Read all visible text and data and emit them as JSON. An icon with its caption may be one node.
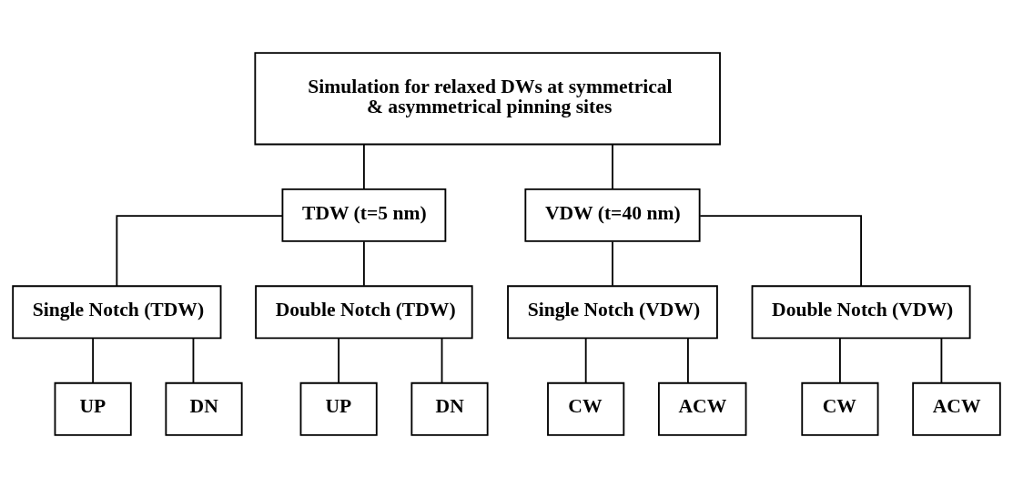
{
  "diagram": {
    "nodes": [
      {
        "text": [
          "Simulation for relaxed DWs at symmetrical & asymmetrical pinning sites"
        ]
      },
      {
        "text": [
          "TDW (t=5 nm)"
        ]
      },
      {
        "text": [
          "VDW (t=40 nm)"
        ]
      },
      {
        "text": [
          "Single Notch (TDW)"
        ]
      },
      {
        "text": [
          "Double Notch (TDW)"
        ]
      },
      {
        "text": [
          "Single Notch (VDW)"
        ]
      },
      {
        "text": [
          "Double Notch (VDW)"
        ]
      },
      {
        "text": [
          "UP"
        ]
      },
      {
        "text": [
          "DN"
        ]
      },
      {
        "text": [
          "UP"
        ]
      },
      {
        "text": [
          "DN"
        ]
      },
      {
        "text": [
          "CW"
        ]
      },
      {
        "text": [
          "ACW"
        ]
      },
      {
        "text": [
          "CW"
        ]
      },
      {
        "text": [
          "ACW"
        ]
      }
    ],
    "edges": [
      {
        "from": 0,
        "to": 1,
        "arrow": "none"
      },
      {
        "from": 0,
        "to": 2,
        "arrow": "none"
      },
      {
        "from": 1,
        "to": 3,
        "arrow": "none"
      },
      {
        "from": 1,
        "to": 4,
        "arrow": "none"
      },
      {
        "from": 2,
        "to": 5,
        "arrow": "none"
      },
      {
        "from": 2,
        "to": 6,
        "arrow": "none"
      },
      {
        "from": 3,
        "to": 7,
        "arrow": "none"
      },
      {
        "from": 3,
        "to": 8,
        "arrow": "none"
      },
      {
        "from": 4,
        "to": 9,
        "arrow": "none"
      },
      {
        "from": 4,
        "to": 10,
        "arrow": "none"
      },
      {
        "from": 5,
        "to": 11,
        "arrow": "none"
      },
      {
        "from": 5,
        "to": 12,
        "arrow": "none"
      },
      {
        "from": 6,
        "to": 13,
        "arrow": "none"
      },
      {
        "from": 6,
        "to": 14,
        "arrow": "none"
      }
    ]
  }
}
